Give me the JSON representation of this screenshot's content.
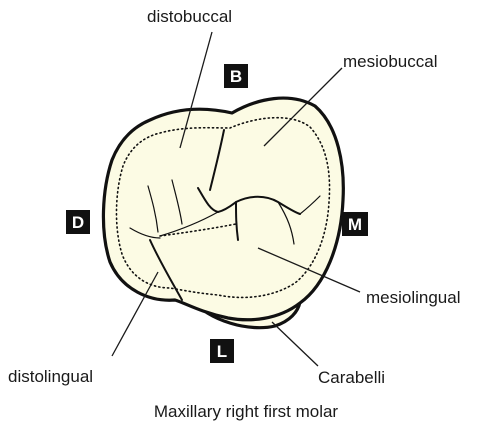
{
  "labels": {
    "distobuccal": "distobuccal",
    "mesiobuccal": "mesiobuccal",
    "mesiolingual": "mesiolingual",
    "distolingual": "distolingual",
    "carabelli": "Carabelli"
  },
  "sides": {
    "buccal": "B",
    "distal": "D",
    "mesial": "M",
    "lingual": "L"
  },
  "caption": "Maxillary right first molar",
  "colors": {
    "crown_fill": "#fcfbe4",
    "outline": "#111111",
    "text": "#1a1a1a"
  }
}
